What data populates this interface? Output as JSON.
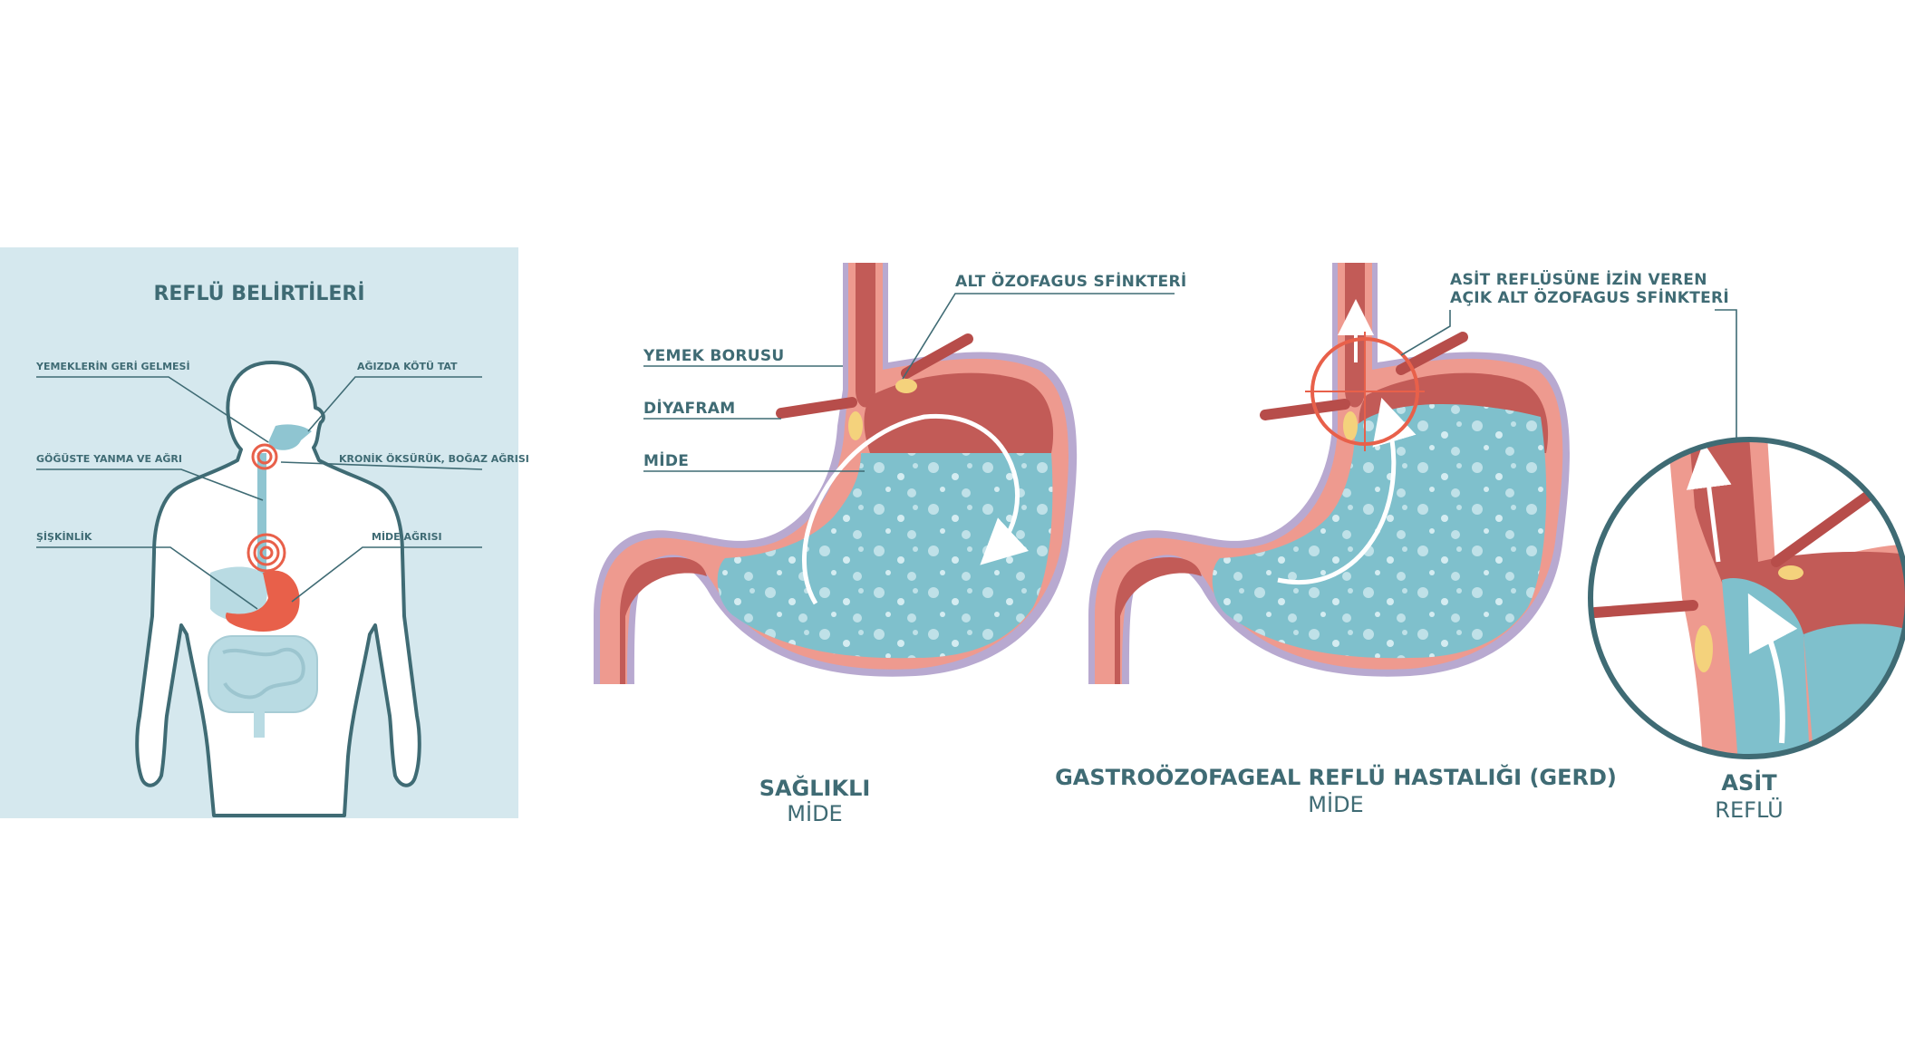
{
  "left_panel": {
    "title": "REFLÜ BELİRTİLERİ",
    "labels": {
      "regurgitation": "YEMEKLERİN GERİ GELMESİ",
      "bad_taste": "AĞIZDA KÖTÜ TAT",
      "heartburn": "GÖĞÜSTE YANMA VE AĞRI",
      "cough": "KRONİK ÖKSÜRÜK, BOĞAZ AĞRISI",
      "bloating": "ŞİŞKİNLİK",
      "stomach_pain": "MİDE AĞRISI"
    }
  },
  "healthy": {
    "labels": {
      "esophagus": "YEMEK BORUSU",
      "diaphragm": "DİYAFRAM",
      "stomach": "MİDE",
      "sphincter": "ALT ÖZOFAGUS SFİNKTERİ"
    },
    "caption_line1": "SAĞLIKLI",
    "caption_line2": "MİDE"
  },
  "gerd": {
    "sphincter_line1": "ASİT REFLÜSÜNE İZİN VEREN",
    "sphincter_line2": "AÇIK ALT ÖZOFAGUS SFİNKTERİ",
    "caption_line1": "GASTROÖZOFAGEAL REFLÜ HASTALIĞI (GERD)",
    "caption_line2": "MİDE"
  },
  "zoom": {
    "caption_line1": "ASİT",
    "caption_line2": "REFLÜ"
  },
  "colors": {
    "panel_bg": "#d5e8ee",
    "text": "#3f6b74",
    "tissue_dark": "#c25b57",
    "tissue_light": "#ee9a8f",
    "acid": "#7fc0cc",
    "outline": "#b8a9d0",
    "alert": "#e8604a"
  }
}
